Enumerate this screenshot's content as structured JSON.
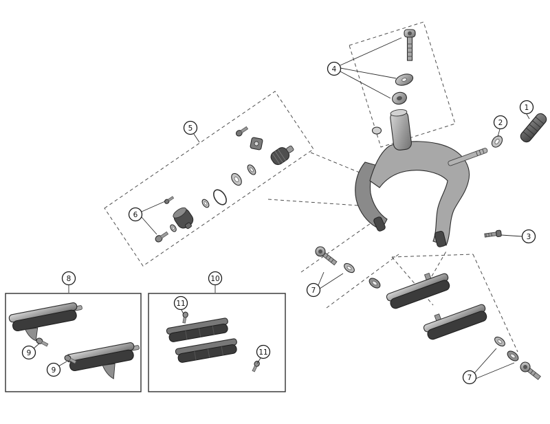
{
  "figure": {
    "type": "exploded-parts-diagram",
    "subject": "road brake caliper with brake shoes and pad inserts",
    "background": "#ffffff",
    "line_color": "#2b2b2b",
    "dash_color": "#4d4d4d",
    "metal_light": "#d2d2d2",
    "metal_mid": "#9a9a9a",
    "metal_dark": "#4f4f4f",
    "rubber_dark": "#3b3b3b"
  },
  "callouts": [
    {
      "id": "callout-1",
      "label": "1"
    },
    {
      "id": "callout-2",
      "label": "2"
    },
    {
      "id": "callout-3",
      "label": "3"
    },
    {
      "id": "callout-4",
      "label": "4"
    },
    {
      "id": "callout-5",
      "label": "5"
    },
    {
      "id": "callout-6",
      "label": "6"
    },
    {
      "id": "callout-7a",
      "label": "7"
    },
    {
      "id": "callout-7b",
      "label": "7"
    },
    {
      "id": "callout-8",
      "label": "8"
    },
    {
      "id": "callout-9a",
      "label": "9"
    },
    {
      "id": "callout-9b",
      "label": "9"
    },
    {
      "id": "callout-10",
      "label": "10"
    },
    {
      "id": "callout-11a",
      "label": "11"
    },
    {
      "id": "callout-11b",
      "label": "11"
    }
  ]
}
